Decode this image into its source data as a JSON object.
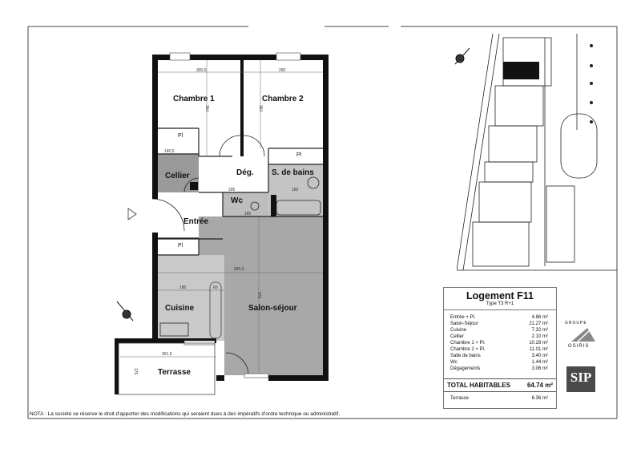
{
  "plan": {
    "rooms": {
      "chambre1": "Chambre 1",
      "chambre2": "Chambre 2",
      "cellier": "Cellier",
      "degagement": "Dég.",
      "salle_de_bains": "S. de bains",
      "wc": "Wc",
      "entree": "Entrée",
      "cuisine": "Cuisine",
      "salon_sejour": "Salon-séjour",
      "terrasse": "Terrasse",
      "placard": "Pl"
    },
    "dimensions": {
      "ch1_width": "300,5",
      "ch2_width": "290",
      "ch1_depth": "364",
      "ch2_depth": "364",
      "cellier_width": "140,5",
      "deg_width": "295",
      "sdb_width": "180",
      "wc_width": "180",
      "sejour_width": "580,5",
      "cuisine_width": "180",
      "cuisine_plan": "60",
      "sejour_depth": "375",
      "terrasse_width": "361,5",
      "terrasse_depth": "176"
    }
  },
  "summary": {
    "title": "Logement F11",
    "type": "Type T3 R+1",
    "rows": [
      {
        "label": "Entrée + Pl.",
        "value": "4.86 m²"
      },
      {
        "label": "Salon-Séjour",
        "value": "21.27 m²"
      },
      {
        "label": "Cuisine",
        "value": "7.32 m²"
      },
      {
        "label": "Cellier",
        "value": "2.10 m²"
      },
      {
        "label": "Chambre 1 + Pl.",
        "value": "10.28 m²"
      },
      {
        "label": "Chambre 2 + Pl.",
        "value": "11.01 m²"
      },
      {
        "label": "Salle de bains",
        "value": "3.40 m²"
      },
      {
        "label": "Wc",
        "value": "1.44 m²"
      },
      {
        "label": "Dégagements",
        "value": "3.06 m²"
      }
    ],
    "total_label": "TOTAL HABITABLES",
    "total_value": "64.74 m²",
    "terrasse_label": "Terrasse",
    "terrasse_value": "6.36 m²"
  },
  "logos": {
    "osiris_top": "GROUPE",
    "osiris": "OSIRIS",
    "sip": "SIP"
  },
  "nota": "NOTA : La société se réserve le droit d'apporter des modifications qui seraient dues à des impératifs d'ordre technique ou administratif."
}
